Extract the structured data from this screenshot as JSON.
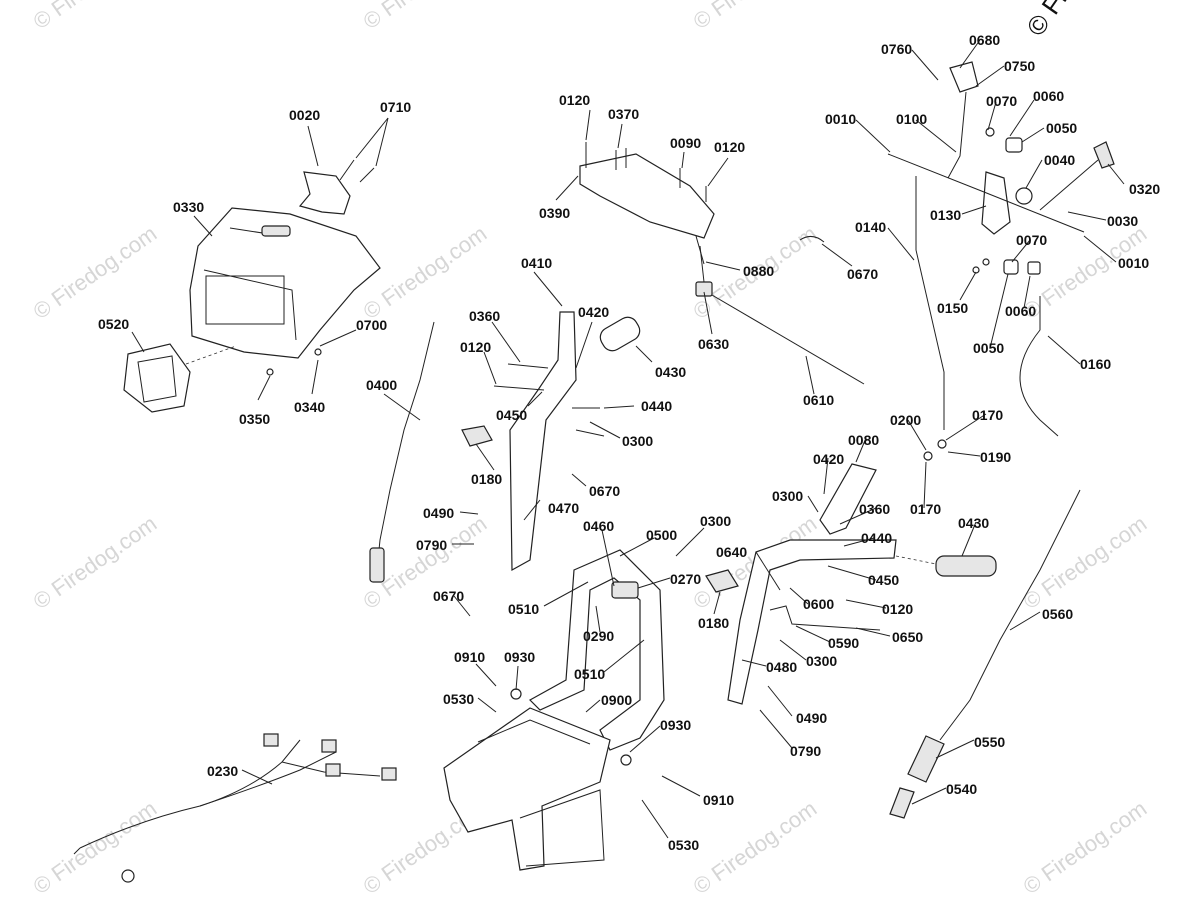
{
  "copyright": "© Fire",
  "watermark": "© Firedog.com",
  "labels": {
    "l0020": "0020",
    "l0710": "0710",
    "l0330": "0330",
    "l0520": "0520",
    "l0700": "0700",
    "l0350": "0350",
    "l0340": "0340",
    "l0400": "0400",
    "l0120a": "0120",
    "l0370": "0370",
    "l0090": "0090",
    "l0120b": "0120",
    "l0390": "0390",
    "l0880": "0880",
    "l0410": "0410",
    "l0360a": "0360",
    "l0420a": "0420",
    "l0120c": "0120",
    "l0430a": "0430",
    "l0450a": "0450",
    "l0440a": "0440",
    "l0300a": "0300",
    "l0630": "0630",
    "l0610": "0610",
    "l0670a": "0670",
    "l0180a": "0180",
    "l0670b": "0670",
    "l0470": "0470",
    "l0490a": "0490",
    "l0790a": "0790",
    "l0460": "0460",
    "l0500": "0500",
    "l0300b": "0300",
    "l0270": "0270",
    "l0510a": "0510",
    "l0290": "0290",
    "l0670c": "0670",
    "l0510b": "0510",
    "l0910a": "0910",
    "l0930a": "0930",
    "l0530a": "0530",
    "l0900": "0900",
    "l0930b": "0930",
    "l0910b": "0910",
    "l0530b": "0530",
    "l0230": "0230",
    "l0760": "0760",
    "l0680": "0680",
    "l0750": "0750",
    "l0070a": "0070",
    "l0060a": "0060",
    "l0010a": "0010",
    "l0100": "0100",
    "l0050a": "0050",
    "l0040": "0040",
    "l0320": "0320",
    "l0130": "0130",
    "l0030": "0030",
    "l0140": "0140",
    "l0070b": "0070",
    "l0010b": "0010",
    "l0150": "0150",
    "l0060b": "0060",
    "l0050b": "0050",
    "l0160": "0160",
    "l0200": "0200",
    "l0170a": "0170",
    "l0190": "0190",
    "l0170b": "0170",
    "l0080": "0080",
    "l0420b": "0420",
    "l0300c": "0300",
    "l0360b": "0360",
    "l0440b": "0440",
    "l0430b": "0430",
    "l0640": "0640",
    "l0450b": "0450",
    "l0180b": "0180",
    "l0600": "0600",
    "l0120d": "0120",
    "l0590": "0590",
    "l0650": "0650",
    "l0300d": "0300",
    "l0480": "0480",
    "l0490b": "0490",
    "l0790b": "0790",
    "l0560": "0560",
    "l0550": "0550",
    "l0540": "0540"
  }
}
